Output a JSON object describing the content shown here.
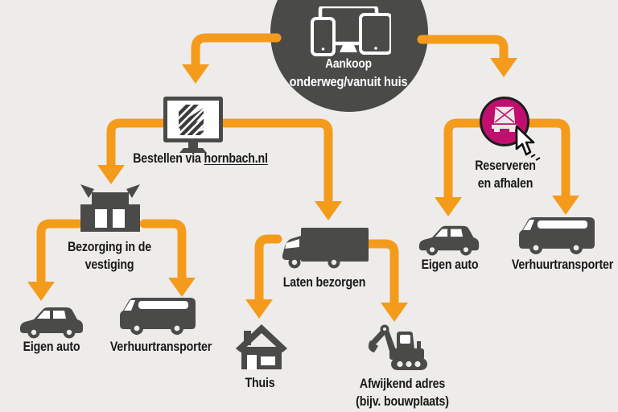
{
  "title": "Aankoop onderweg/vanuit huis - bezorgopties infographic",
  "palette": {
    "background": "#edecea",
    "dark_gray": "#4a4a49",
    "orange": "#f59b1c",
    "pink": "#c00f6e",
    "text_black": "#181818",
    "white": "#ffffff"
  },
  "nodes": {
    "aankoop": {
      "line1": "Aankoop",
      "line2": "onderweg/vanuit huis",
      "icon": "multi-device-icon"
    },
    "bestellen": {
      "prefix": "Bestellen via ",
      "link": "hornbach.nl",
      "icon": "monitor-hornbach-icon"
    },
    "bezorging_vestiging": {
      "line1": "Bezorging in de",
      "line2": "vestiging",
      "icon": "store-building-icon"
    },
    "laten_bezorgen": {
      "label": "Laten bezorgen",
      "icon": "delivery-truck-icon"
    },
    "reserveren_afhalen": {
      "line1": "Reserveren",
      "line2": "en afhalen",
      "icon": "pickup-van-circle-icon",
      "cursor": "mouse-cursor-icon"
    },
    "eigen_auto_left": {
      "label": "Eigen auto",
      "icon": "car-icon"
    },
    "verhuurtransporter_left": {
      "label": "Verhuurtransporter",
      "icon": "van-icon"
    },
    "thuis": {
      "label": "Thuis",
      "icon": "house-icon"
    },
    "afwijkend_adres": {
      "line1": "Afwijkend adres",
      "line2": "(bijv. bouwplaats)",
      "icon": "excavator-icon"
    },
    "eigen_auto_right": {
      "label": "Eigen auto",
      "icon": "car-icon"
    },
    "verhuurtransporter_right": {
      "label": "Verhuurtransporter",
      "icon": "van-icon"
    }
  },
  "arrows": {
    "color": "#f59b1c",
    "connections": [
      "aankoop -> bestellen",
      "aankoop -> reserveren_afhalen",
      "bestellen -> bezorging_vestiging",
      "bestellen -> laten_bezorgen",
      "bezorging_vestiging -> eigen_auto_left",
      "bezorging_vestiging -> verhuurtransporter_left",
      "laten_bezorgen -> thuis",
      "laten_bezorgen -> afwijkend_adres",
      "reserveren_afhalen -> eigen_auto_right",
      "reserveren_afhalen -> verhuurtransporter_right"
    ]
  }
}
